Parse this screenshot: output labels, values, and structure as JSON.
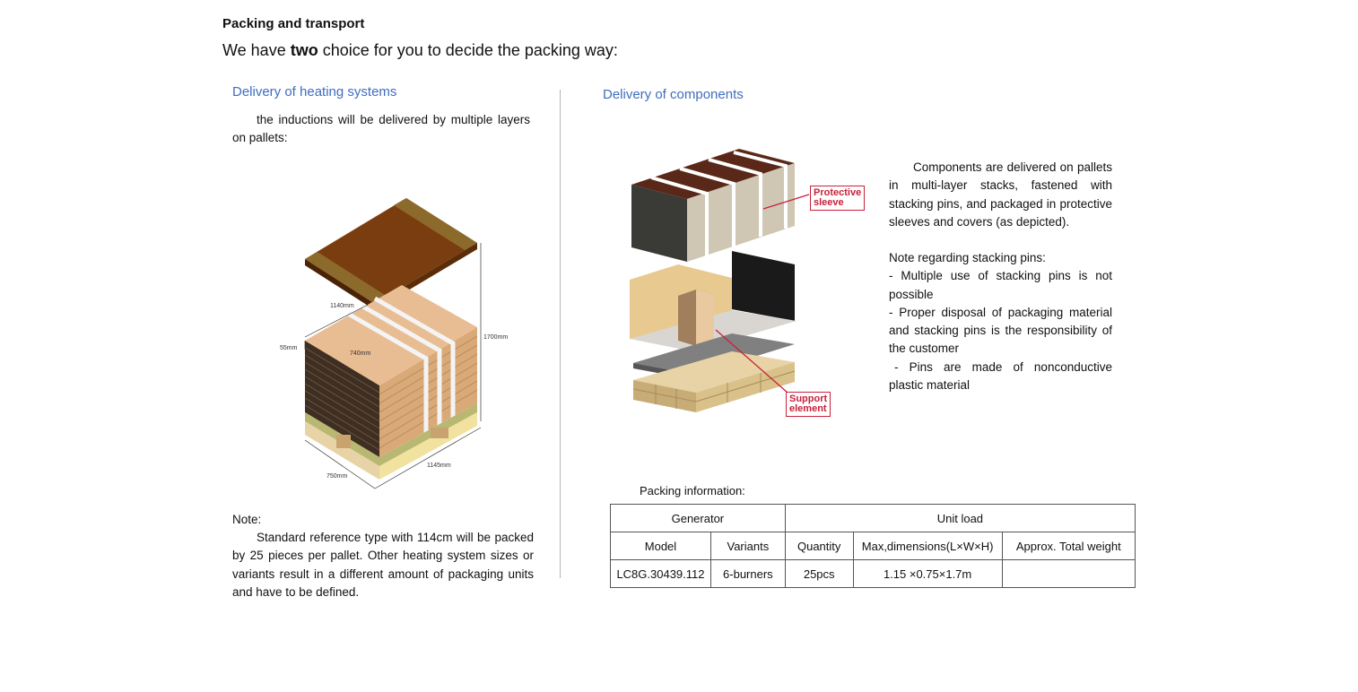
{
  "header": {
    "title": "Packing and transport",
    "subtitle_pre": "We have ",
    "subtitle_bold": "two",
    "subtitle_post": " choice for you to decide the packing way:"
  },
  "left": {
    "heading": "Delivery of heating systems",
    "intro": "the inductions will be delivered by multiple layers on pallets:",
    "dims": {
      "d1140": "1140mm",
      "d55": "55mm",
      "d740": "740mm",
      "d1700": "1700mm",
      "d750": "750mm",
      "d1145": "1145mm"
    },
    "note_label": "Note:",
    "note_text": "Standard reference type with 114cm will be packed by 25 pieces per pallet. Other heating system sizes or variants result in a different amount of packaging units and have to be defined."
  },
  "right": {
    "heading": "Delivery of components",
    "callout_sleeve_1": "Protective",
    "callout_sleeve_2": "sleeve",
    "callout_support_1": "Support",
    "callout_support_2": "element",
    "description": "Components are delivered on pallets in multi-layer stacks, fastened with stacking pins, and packaged in protective sleeves and covers (as depicted).",
    "pins_title": "Note regarding stacking pins:",
    "pins_1": "- Multiple use of stacking pins is not possible",
    "pins_2": "- Proper disposal of packaging material and stacking pins is the responsibility of the customer",
    "pins_3": "- Pins are made of nonconductive plastic material",
    "packing_label": "Packing information:",
    "table": {
      "group_generator": "Generator",
      "group_unit_load": "Unit load",
      "col_model": "Model",
      "col_variants": "Variants",
      "col_quantity": "Quantity",
      "col_dimensions": "Max,dimensions(L×W×H)",
      "col_weight": "Approx. Total weight",
      "row": {
        "model": "LC8G.30439.112",
        "variants": "6-burners",
        "quantity": "25pcs",
        "dimensions": "1.15 ×0.75×1.7m",
        "weight": ""
      }
    }
  },
  "colors": {
    "heading_blue": "#3f6dbf",
    "callout_red": "#c8213a",
    "lid_brown": "#7a3d0f",
    "box_tan": "#e9bd93",
    "pallet_wood": "#e8d3a6"
  }
}
